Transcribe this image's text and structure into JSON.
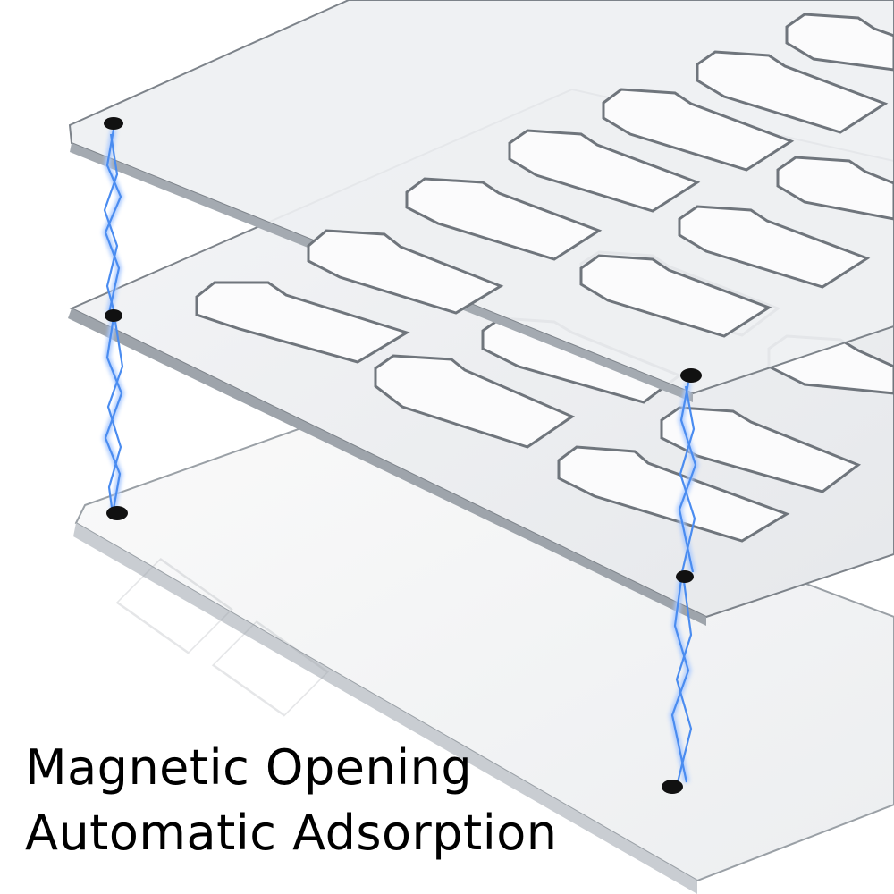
{
  "caption": {
    "line1": "Magnetic Opening",
    "line2": "Automatic Adsorption"
  },
  "illustration": {
    "subject": "three stacked clear acrylic trays with magnetic corners",
    "layers": 3,
    "colors": {
      "acrylic_fill": "#eef0f2",
      "acrylic_edge": "#8a8f96",
      "slot_fill": "#fbfbfc",
      "magnet": "#111111",
      "spark": "#4a8cf0",
      "spark_glow": "#a9c9ff"
    },
    "icons": [
      "magnet-icon",
      "lightning-spark-icon"
    ]
  }
}
